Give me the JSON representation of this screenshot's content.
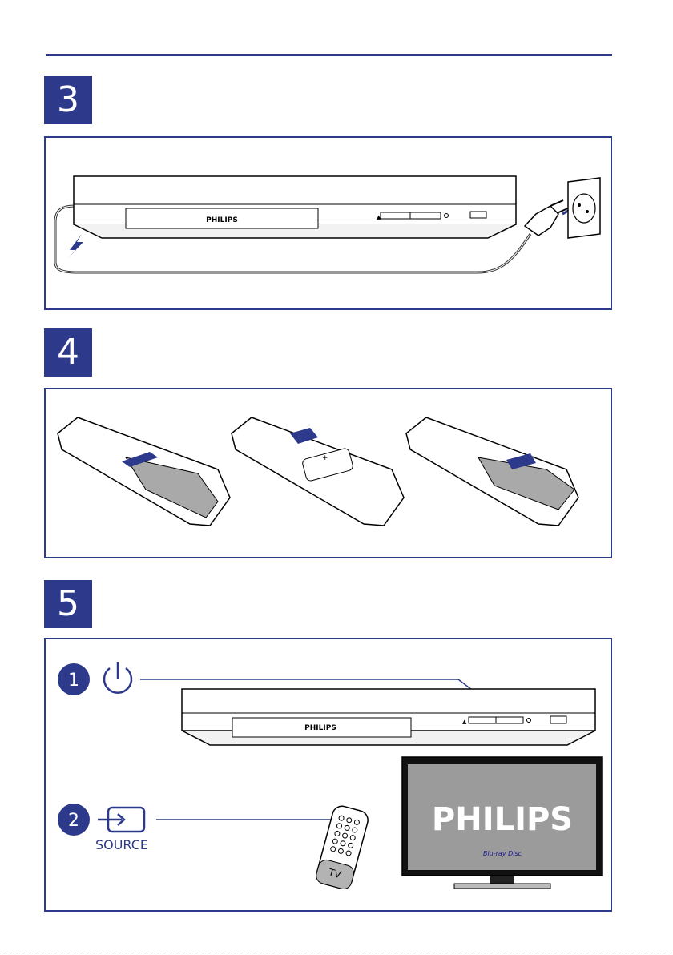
{
  "steps": [
    {
      "number": "3"
    },
    {
      "number": "4"
    },
    {
      "number": "5"
    }
  ],
  "player": {
    "brand": "PHILIPS"
  },
  "power_step": {
    "index": "1"
  },
  "source_step": {
    "index": "2",
    "label": "SOURCE"
  },
  "remote": {
    "label": "TV"
  },
  "tv_screen": {
    "brand": "PHILIPS",
    "logo_text": "Blu-ray Disc"
  },
  "colors": {
    "accent": "#2d3a8c",
    "line": "#000000"
  }
}
